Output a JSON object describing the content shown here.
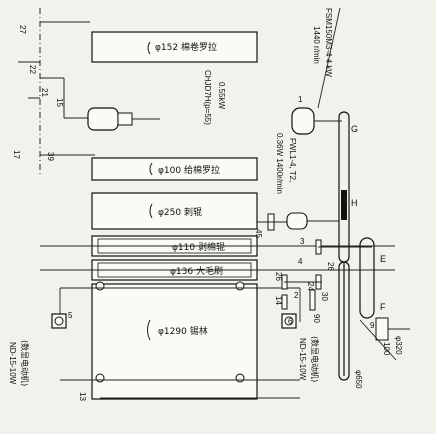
{
  "rollers": {
    "r152": "φ152 棉卷罗拉",
    "r100": "φ100 给棉罗拉",
    "r250": "φ250 刺辊",
    "r110": "φ110 剥棉辊",
    "r136": "φ136 大毛刷",
    "r1290": "φ1290 锡林",
    "r650": "φ650",
    "r320": "φ320"
  },
  "motors": {
    "top_model": "FSM150M3-4 4 kW",
    "top_speed": "1440 r/min",
    "side_model": "CHJD7H(p=55)",
    "side_power": "0.55kW",
    "mid_spec": "0.36W 1400r/min",
    "mid_model": "FWL1-4, T2,",
    "left_motor": "ND-15-10W",
    "left_note": "(数显电动机)",
    "right_motor": "ND-15-10W",
    "right_note": "(数显电动机)"
  },
  "gears": {
    "z27": "27",
    "z22": "22",
    "z21": "21",
    "z15": "15",
    "z17": "17",
    "z39": "39",
    "z45": "45",
    "z26a": "26",
    "z30": "30",
    "z24": "24",
    "z26b": "26",
    "z14": "14",
    "z90": "90",
    "z13": "13"
  },
  "refs": {
    "G": "G",
    "H": "H",
    "E": "E",
    "F": "F",
    "n1": "1",
    "n2": "2",
    "n3": "3",
    "n4": "4",
    "n5": "5",
    "n6": "6",
    "n9": "9",
    "n100": "100"
  }
}
